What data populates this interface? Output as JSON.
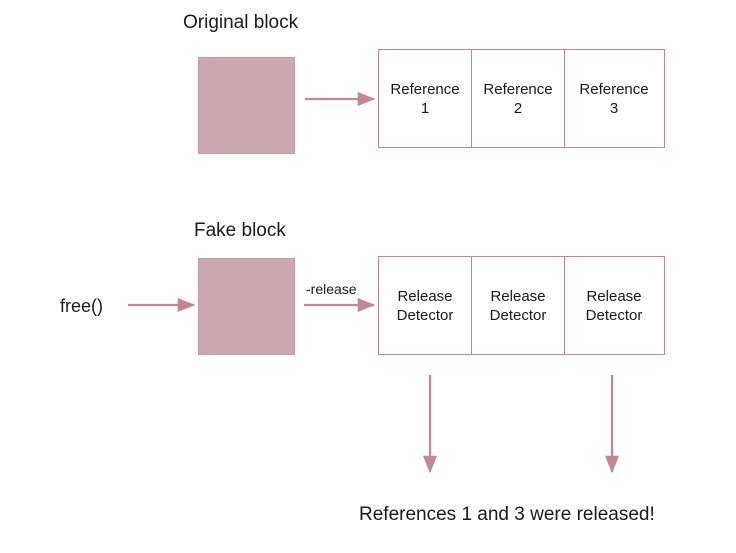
{
  "figure": {
    "background_color": "#ffffff",
    "accent_color": "#c4878f",
    "block_fill_color": "#cba8ae",
    "text_color": "#1a1a1a"
  },
  "sections": {
    "original": {
      "title": "Original block",
      "cells": [
        "Reference\n1",
        "Reference\n2",
        "Reference\n3"
      ]
    },
    "fake": {
      "title": "Fake block",
      "input_label": "free()",
      "edge_label": "-release",
      "cells": [
        "Release\nDetector",
        "Release\nDetector",
        "Release\nDetector"
      ]
    }
  },
  "caption": "References 1 and 3 were released!"
}
